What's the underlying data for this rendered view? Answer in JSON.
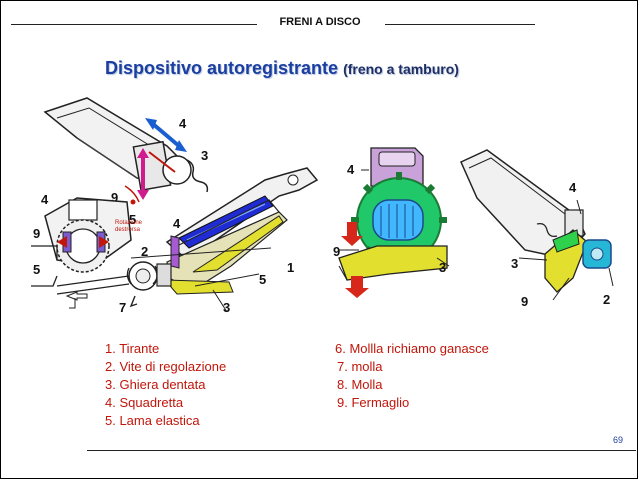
{
  "header": {
    "section": "FRENI A DISCO"
  },
  "title": {
    "main": "Dispositivo autoregistrante",
    "sub": "(freno a tamburo)"
  },
  "callouts": {
    "a1": "4",
    "a2": "3",
    "a3": "9",
    "a4": "5",
    "a5": "4",
    "a6": "9",
    "a7": "5",
    "a8": "Rotazione",
    "a9": "destrorsa",
    "b1": "4",
    "b2": "2",
    "b3": "7",
    "b4": "1",
    "b5": "5",
    "b6": "3",
    "c1": "4",
    "c2": "9",
    "c3": "3",
    "d1": "4",
    "d2": "3",
    "d3": "9",
    "d4": "2"
  },
  "legend_left": [
    "1. Tirante",
    "2. Vite di regolazione",
    "3. Ghiera dentata",
    "4. Squadretta",
    "5. Lama elastica"
  ],
  "legend_right": [
    "6. Mollla richiamo ganasce",
    "7. molla",
    "8. Molla",
    "9. Fermaglio"
  ],
  "page_number": "69",
  "colors": {
    "title": "#1a3fa0",
    "legend": "#c0160b",
    "arrow_blue": "#1a5fd0",
    "arrow_magenta": "#d01a8e",
    "part_yellow": "#e3df2e",
    "part_blue": "#1f2bd3",
    "part_green": "#2ed14c",
    "part_purple": "#a65bd0",
    "part_cyan": "#27b7d6"
  }
}
